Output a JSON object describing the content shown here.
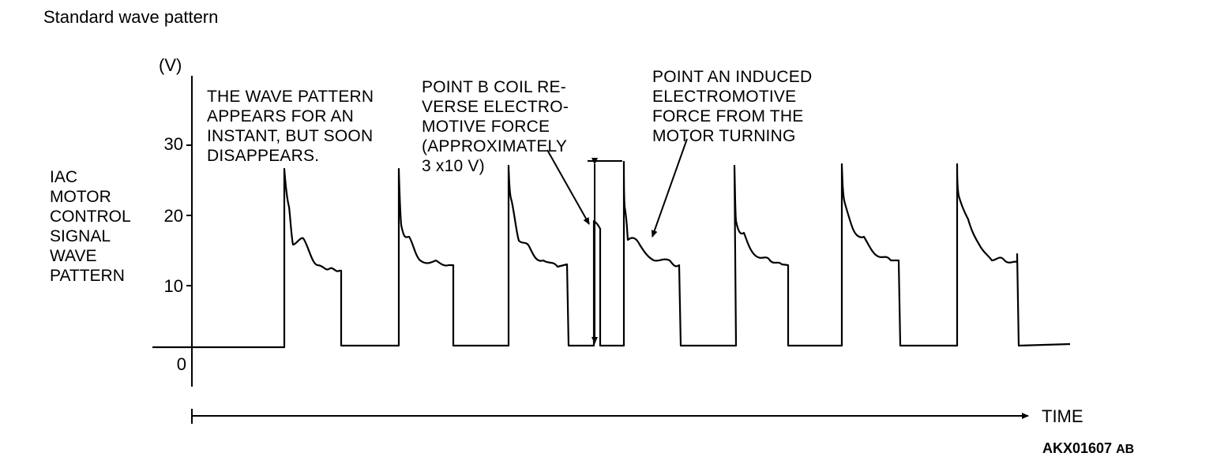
{
  "title": "Standard wave pattern",
  "y_axis": {
    "unit_label": "(V)",
    "ticks": [
      "30",
      "20",
      "10",
      "0"
    ]
  },
  "signal_label": [
    "IAC",
    "MOTOR",
    "CONTROL",
    "SIGNAL",
    "WAVE",
    "PATTERN"
  ],
  "annotations": {
    "note1": [
      "THE WAVE PATTERN",
      "APPEARS FOR AN",
      "INSTANT, BUT SOON",
      "DISAPPEARS."
    ],
    "note2": [
      "POINT B COIL RE-",
      "VERSE ELECTRO-",
      "MOTIVE FORCE",
      "(APPROXIMATELY",
      "3 x10 V)"
    ],
    "note3": [
      "POINT AN INDUCED",
      "ELECTROMOTIVE",
      "FORCE FROM THE",
      "MOTOR TURNING"
    ]
  },
  "x_axis": {
    "label": "TIME"
  },
  "figure_code": {
    "main": "AKX01607",
    "suffix": "AB"
  }
}
